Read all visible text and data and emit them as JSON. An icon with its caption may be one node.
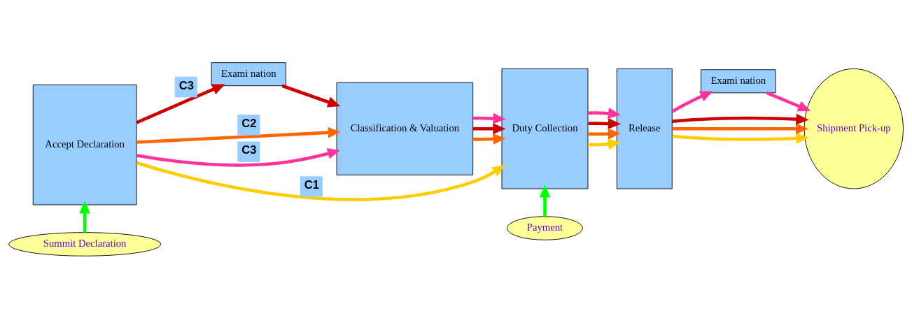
{
  "diagram": {
    "nodes": [
      {
        "text": [
          "Accept Declaration"
        ]
      },
      {
        "text": [
          "Exami nation"
        ]
      },
      {
        "text": [
          "Classification & Valuation"
        ]
      },
      {
        "text": [
          "Duty Collection"
        ]
      },
      {
        "text": [
          "Release"
        ]
      },
      {
        "text": [
          "Exami nation"
        ]
      },
      {
        "text": [
          "Shipment Pick-up"
        ]
      },
      {
        "text": [
          "Summit Declaration"
        ]
      },
      {
        "text": [
          "Payment"
        ]
      }
    ],
    "edges": [
      {
        "from": 0,
        "to": 3,
        "arrow": "to",
        "label": "C1",
        "color": "#ffcc00"
      },
      {
        "from": 0,
        "to": 2,
        "arrow": "to",
        "label": "C2",
        "color": "#ff6600"
      },
      {
        "from": 0,
        "to": 1,
        "arrow": "to",
        "label": "C3",
        "color": "#cc0000"
      },
      {
        "from": 0,
        "to": 2,
        "arrow": "to",
        "label": "C3",
        "color": "#ff3399"
      },
      {
        "from": 1,
        "to": 2,
        "arrow": "to",
        "color": "#cc0000"
      },
      {
        "from": 2,
        "to": 3,
        "arrow": "to",
        "color": "#ff6600"
      },
      {
        "from": 2,
        "to": 3,
        "arrow": "to",
        "color": "#cc0000"
      },
      {
        "from": 2,
        "to": 3,
        "arrow": "to",
        "color": "#ff3399"
      },
      {
        "from": 3,
        "to": 4,
        "arrow": "to",
        "color": "#ffcc00"
      },
      {
        "from": 3,
        "to": 4,
        "arrow": "to",
        "color": "#ff6600"
      },
      {
        "from": 3,
        "to": 4,
        "arrow": "to",
        "color": "#cc0000"
      },
      {
        "from": 3,
        "to": 4,
        "arrow": "to",
        "color": "#ff3399"
      },
      {
        "from": 4,
        "to": 6,
        "arrow": "to",
        "color": "#ffcc00"
      },
      {
        "from": 4,
        "to": 6,
        "arrow": "to",
        "color": "#ff6600"
      },
      {
        "from": 4,
        "to": 6,
        "arrow": "to",
        "color": "#cc0000"
      },
      {
        "from": 4,
        "to": 5,
        "arrow": "to",
        "color": "#ff3399"
      },
      {
        "from": 5,
        "to": 6,
        "arrow": "to",
        "color": "#ff3399"
      },
      {
        "from": 7,
        "to": 0,
        "arrow": "to",
        "color": "#00ff00"
      },
      {
        "from": 8,
        "to": 3,
        "arrow": "to",
        "color": "#00ff00"
      }
    ]
  }
}
